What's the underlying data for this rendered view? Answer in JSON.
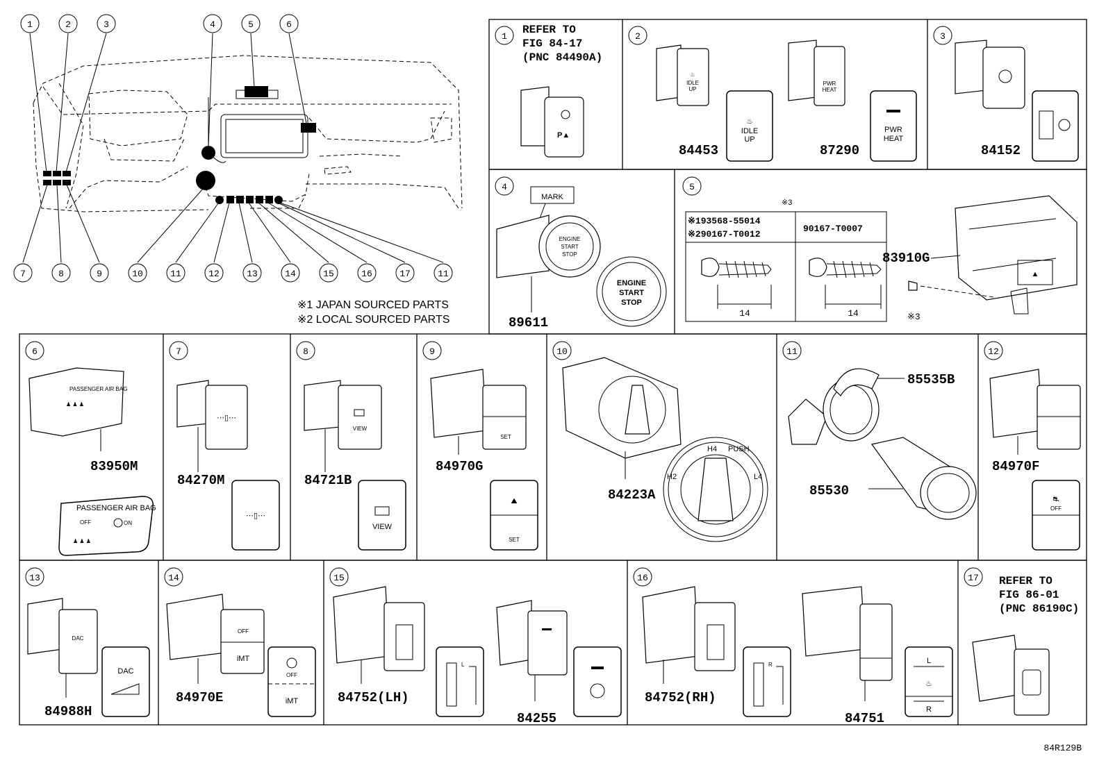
{
  "diagram_code": "84R129B",
  "notes": [
    "※1 JAPAN SOURCED PARTS",
    "※2 LOCAL SOURCED PARTS"
  ],
  "overview_callouts": [
    "1",
    "2",
    "3",
    "4",
    "5",
    "6",
    "7",
    "8",
    "9",
    "10",
    "11",
    "12",
    "13",
    "14",
    "15",
    "16",
    "17",
    "11"
  ],
  "panels": {
    "p1": {
      "callout": "1",
      "ref": [
        "REFER TO",
        "FIG 84-17",
        "(PNC 84490A)"
      ]
    },
    "p2": {
      "callout": "2",
      "parts": [
        "84453",
        "87290"
      ],
      "labels_a": [
        "IDLE",
        "UP"
      ],
      "labels_b": [
        "PWR",
        "HEAT"
      ]
    },
    "p3": {
      "callout": "3",
      "parts": [
        "84152"
      ]
    },
    "p4": {
      "callout": "4",
      "parts": [
        "89611"
      ],
      "mark": "MARK",
      "button": [
        "ENGINE",
        "START",
        "STOP"
      ]
    },
    "p5": {
      "callout": "5",
      "parts": [
        "83910G"
      ],
      "star": "※3",
      "star_bottom": "※3",
      "table_left": [
        "※193568-55014",
        "※290167-T0012"
      ],
      "table_right": "90167-T0007",
      "dim": "14"
    },
    "p6": {
      "callout": "6",
      "parts": [
        "83950M"
      ],
      "airbag": "PASSENGER AIR BAG",
      "airbag_on": "ON",
      "airbag_off": "OFF"
    },
    "p7": {
      "callout": "7",
      "parts": [
        "84270M"
      ]
    },
    "p8": {
      "callout": "8",
      "parts": [
        "84721B"
      ],
      "view": "VIEW"
    },
    "p9": {
      "callout": "9",
      "parts": [
        "84970G"
      ],
      "set": "SET"
    },
    "p10": {
      "callout": "10",
      "parts": [
        "84223A"
      ],
      "knob": [
        "H4",
        "PUSH",
        "L4",
        "H2"
      ]
    },
    "p11": {
      "callout": "11",
      "parts": [
        "85535B",
        "85530"
      ]
    },
    "p12": {
      "callout": "12",
      "parts": [
        "84970F"
      ],
      "off": "OFF"
    },
    "p13": {
      "callout": "13",
      "parts": [
        "84988H"
      ],
      "dac": "DAC"
    },
    "p14": {
      "callout": "14",
      "parts": [
        "84970E"
      ],
      "imt": "iMT",
      "off": "OFF"
    },
    "p15": {
      "callout": "15",
      "parts": [
        "84752(LH)",
        "84255"
      ],
      "seat": "L"
    },
    "p16": {
      "callout": "16",
      "parts": [
        "84752(RH)",
        "84751"
      ],
      "seat": "R",
      "lr": [
        "L",
        "R"
      ]
    },
    "p17": {
      "callout": "17",
      "ref": [
        "REFER TO",
        "FIG 86-01",
        "(PNC 86190C)"
      ]
    }
  }
}
